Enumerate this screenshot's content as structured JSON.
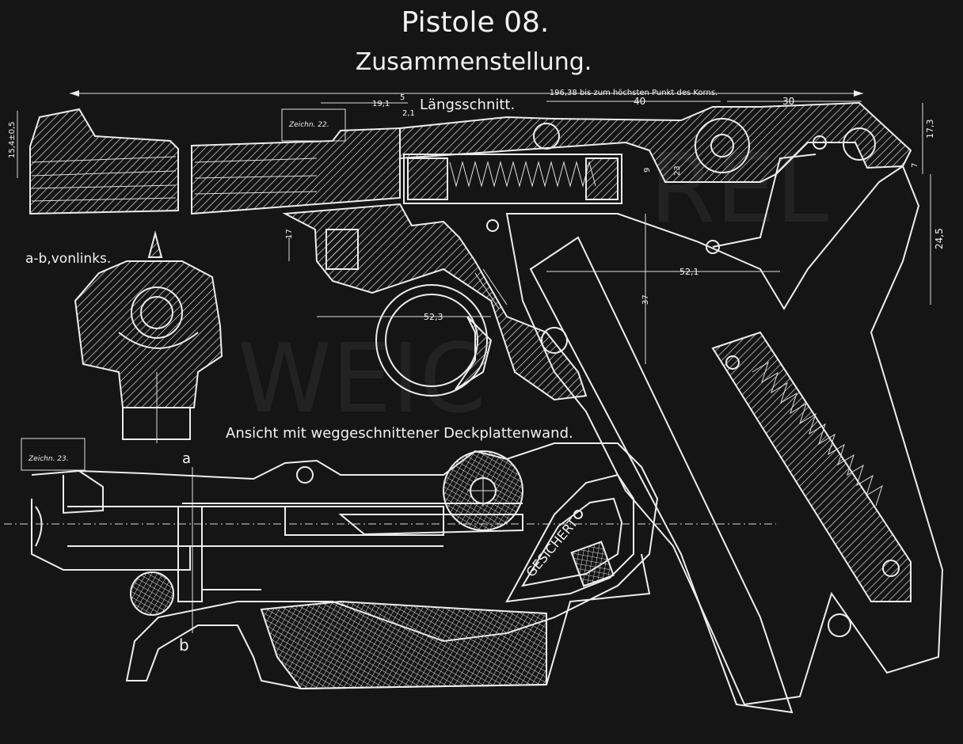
{
  "title": "Pistole 08.",
  "subtitle": "Zusammenstellung.",
  "section_label": "Längsschnitt.",
  "side_view_label": "a-b,vonlinks.",
  "cutaway_label": "Ansicht mit weggeschnittener Deckplattenwand.",
  "safety_marking": "GESICHERT",
  "section_marks": {
    "a": "a",
    "b": "b"
  },
  "stamps": {
    "top": "Zeichn. 22.",
    "bottom": "Zeichn. 23."
  },
  "dimensions": {
    "overall": "196,38 bis zum höchsten Punkt des Korns.",
    "d19_1": "19,1",
    "d5": "5",
    "d2_1": "2,1",
    "d40": "40",
    "d30": "30",
    "d15_4": "15,4±0,5",
    "d17_3": "17,3",
    "d24_5": "24,5",
    "d7": "7",
    "d17": "17",
    "d9": "9",
    "d23": "23",
    "d52_1": "52,1",
    "d52_3": "52,3",
    "d37": "37"
  },
  "colors": {
    "background": "#151515",
    "lines": "#ededed"
  }
}
